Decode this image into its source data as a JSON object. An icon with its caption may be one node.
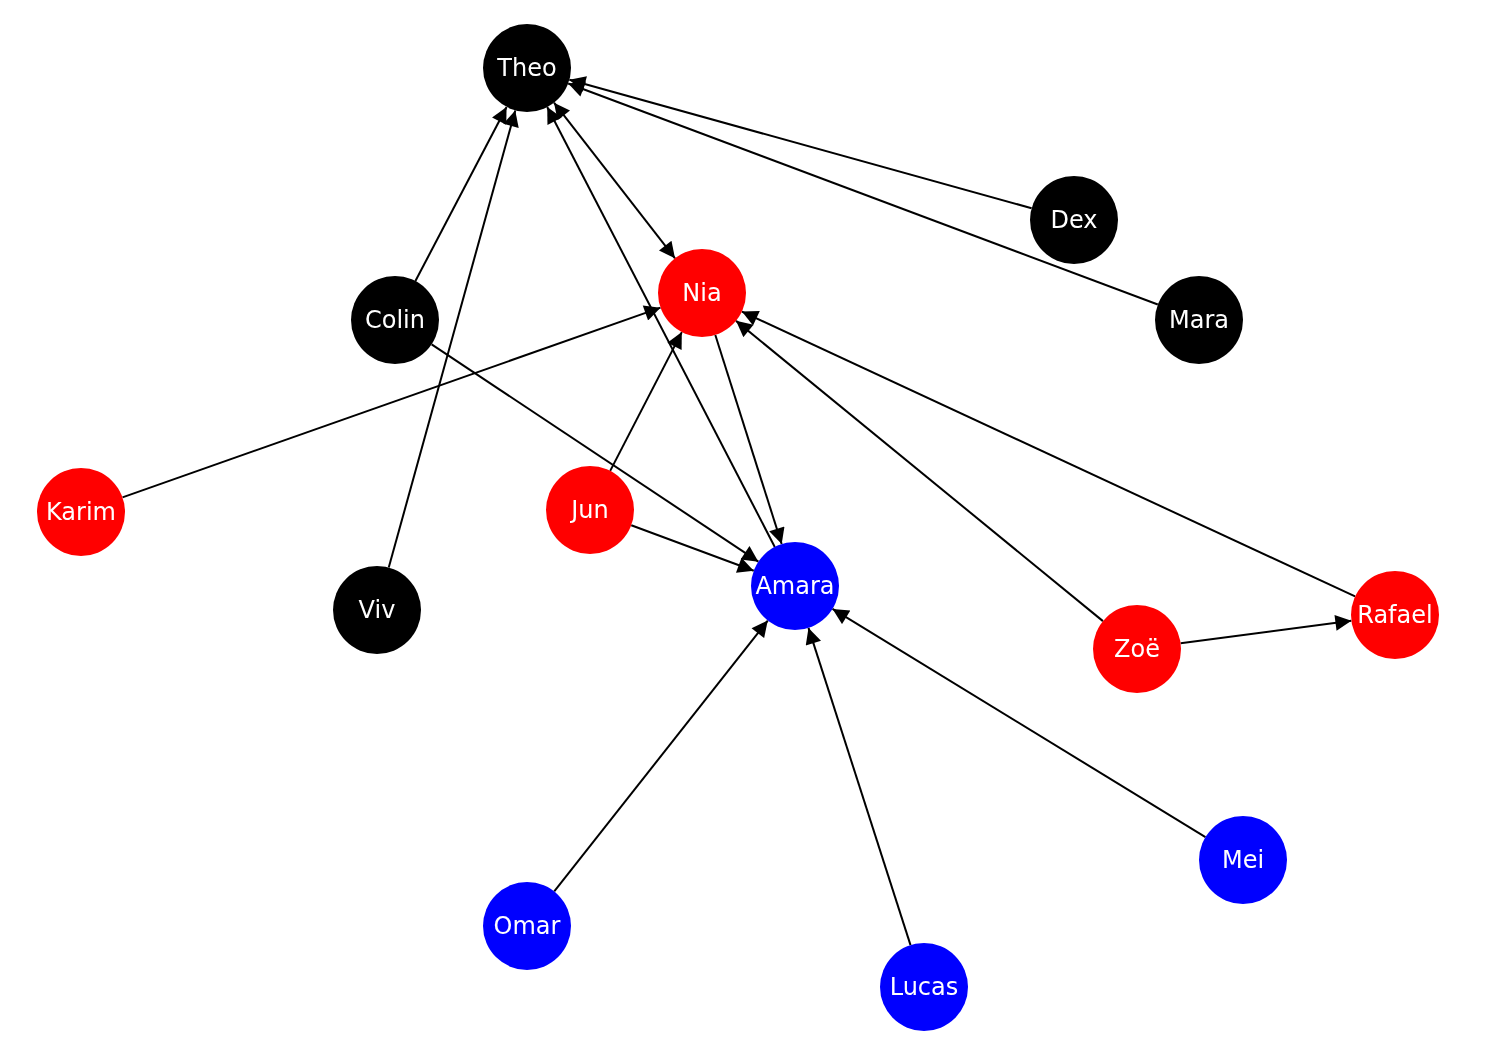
{
  "diagram": {
    "nodes": [
      {
        "text": [
          "Theo"
        ]
      },
      {
        "text": [
          "Dex"
        ]
      },
      {
        "text": [
          "Nia"
        ]
      },
      {
        "text": [
          "Mara"
        ]
      },
      {
        "text": [
          "Colin"
        ]
      },
      {
        "text": [
          "Jun"
        ]
      },
      {
        "text": [
          "Karim"
        ]
      },
      {
        "text": [
          "Amara"
        ]
      },
      {
        "text": [
          "Viv"
        ]
      },
      {
        "text": [
          "Rafael"
        ]
      },
      {
        "text": [
          "Zoë"
        ]
      },
      {
        "text": [
          "Mei"
        ]
      },
      {
        "text": [
          "Omar"
        ]
      },
      {
        "text": [
          "Lucas"
        ]
      }
    ],
    "edges": [
      {
        "from": 0,
        "to": 2,
        "arrow": "both"
      },
      {
        "from": 4,
        "to": 0,
        "arrow": "to"
      },
      {
        "from": 8,
        "to": 0,
        "arrow": "to"
      },
      {
        "from": 7,
        "to": 0,
        "arrow": "to"
      },
      {
        "from": 1,
        "to": 0,
        "arrow": "to"
      },
      {
        "from": 3,
        "to": 0,
        "arrow": "to"
      },
      {
        "from": 6,
        "to": 2,
        "arrow": "to"
      },
      {
        "from": 5,
        "to": 2,
        "arrow": "to"
      },
      {
        "from": 10,
        "to": 2,
        "arrow": "to"
      },
      {
        "from": 9,
        "to": 2,
        "arrow": "to"
      },
      {
        "from": 2,
        "to": 7,
        "arrow": "to"
      },
      {
        "from": 4,
        "to": 7,
        "arrow": "to"
      },
      {
        "from": 5,
        "to": 7,
        "arrow": "to"
      },
      {
        "from": 10,
        "to": 9,
        "arrow": "to"
      },
      {
        "from": 12,
        "to": 7,
        "arrow": "to"
      },
      {
        "from": 13,
        "to": 7,
        "arrow": "to"
      },
      {
        "from": 11,
        "to": 7,
        "arrow": "to"
      }
    ]
  }
}
